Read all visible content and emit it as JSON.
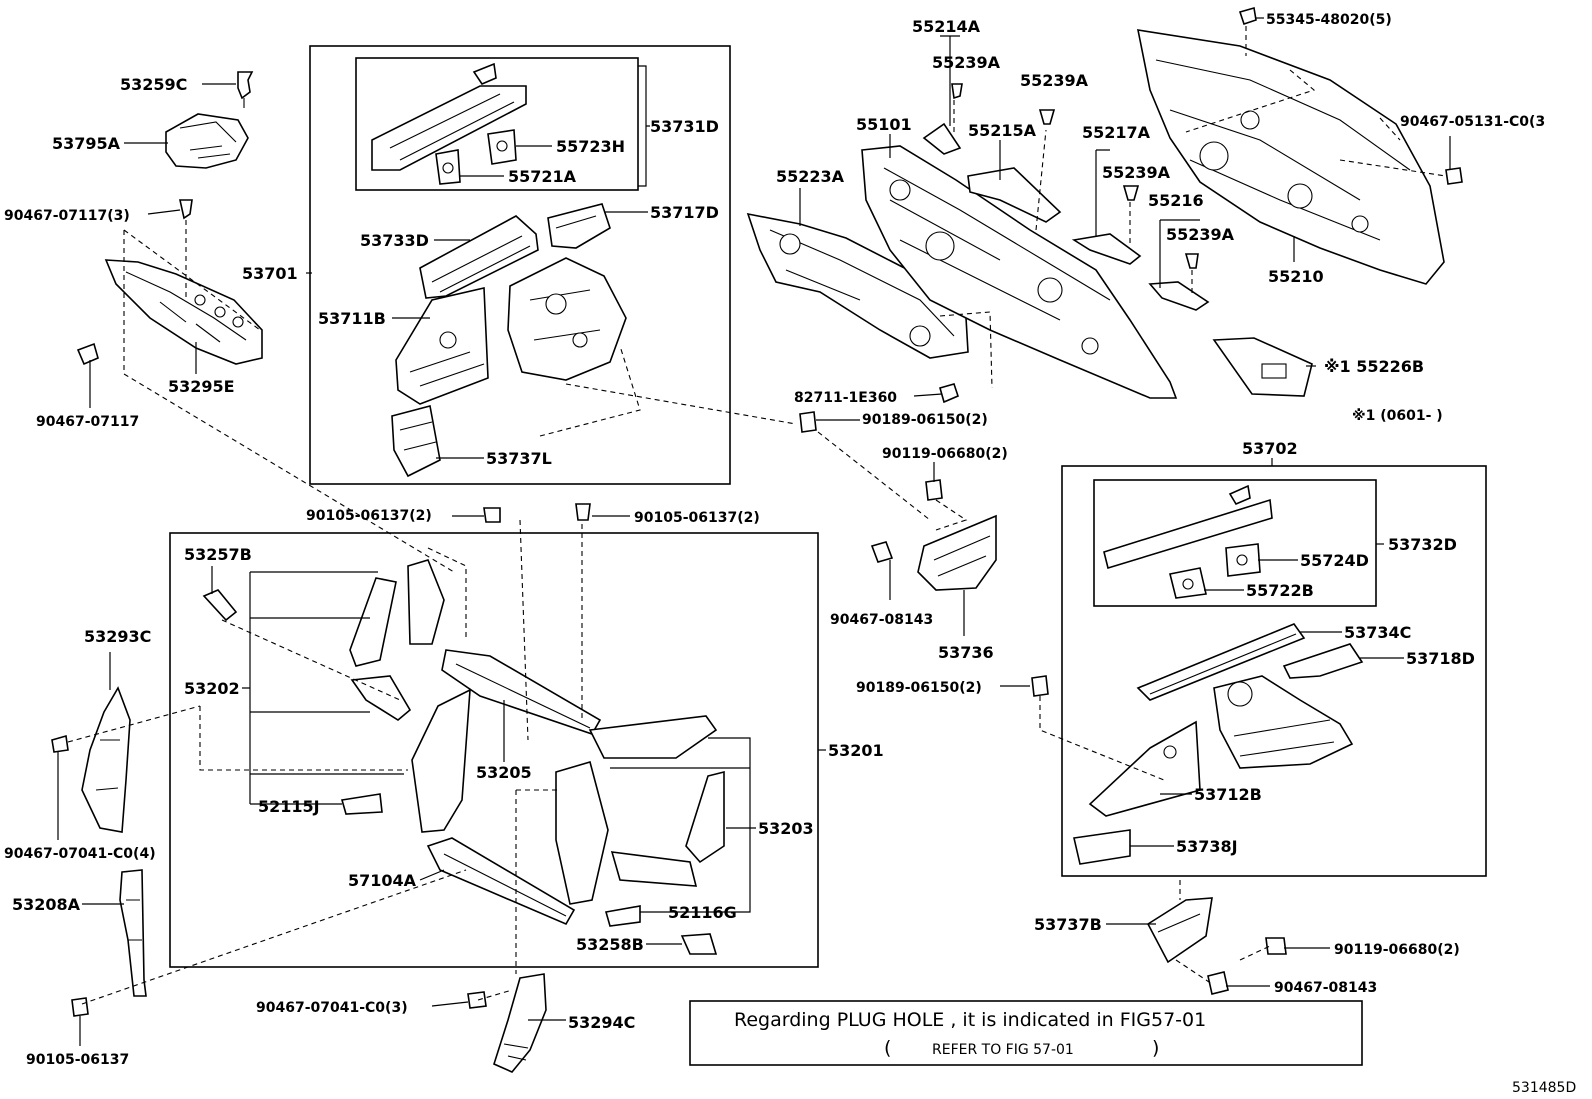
{
  "labels": {
    "p53259C": "53259C",
    "p53795A": "53795A",
    "p90467_07117_3": "90467-07117(3)",
    "p53701": "53701",
    "p53295E": "53295E",
    "p90467_07117": "90467-07117",
    "p53731D": "53731D",
    "p55723H": "55723H",
    "p55721A": "55721A",
    "p53717D": "53717D",
    "p53733D": "53733D",
    "p53711B": "53711B",
    "p53737L": "53737L",
    "p55214A": "55214A",
    "p55239A_1": "55239A",
    "p55239A_2": "55239A",
    "p55239A_3": "55239A",
    "p55239A_4": "55239A",
    "p55101": "55101",
    "p55215A": "55215A",
    "p55217A": "55217A",
    "p55216": "55216",
    "p55223A": "55223A",
    "p55345_48020_5": "55345-48020(5)",
    "p90467_05131_C0_3": "90467-05131-C0(3",
    "p55210": "55210",
    "p55226B": "※1 55226B",
    "p_note1": "※1 (0601-  )",
    "p82711_1E360": "82711-1E360",
    "p90189_06150_2a": "90189-06150(2)",
    "p90119_06680_2a": "90119-06680(2)",
    "p53702": "53702",
    "p53732D": "53732D",
    "p55724D": "55724D",
    "p55722B": "55722B",
    "p53734C": "53734C",
    "p53718D": "53718D",
    "p90189_06150_2b": "90189-06150(2)",
    "p53712B": "53712B",
    "p53738J": "53738J",
    "p53737B": "53737B",
    "p90119_06680_2b": "90119-06680(2)",
    "p90467_08143_a": "90467-08143",
    "p90467_08143_b": "90467-08143",
    "p53736": "53736",
    "p90105_06137_2a": "90105-06137(2)",
    "p90105_06137_2b": "90105-06137(2)",
    "p53257B": "53257B",
    "p53202": "53202",
    "p52115J": "52115J",
    "p53205": "53205",
    "p53201": "53201",
    "p53203": "53203",
    "p57104A": "57104A",
    "p52116G": "52116G",
    "p53258B": "53258B",
    "p53293C": "53293C",
    "p90467_07041_C0_4": "90467-07041-C0(4)",
    "p53208A": "53208A",
    "p90105_06137": "90105-06137",
    "p90467_07041_C0_3": "90467-07041-C0(3)",
    "p53294C": "53294C"
  },
  "note": {
    "line1": "Regarding PLUG HOLE , it is indicated in FIG57-01",
    "line2_open": "(",
    "line2_text": "REFER TO FIG 57-01",
    "line2_close": ")"
  },
  "figure_id": "531485D",
  "colors": {
    "ink": "#000000",
    "paper": "#ffffff"
  }
}
